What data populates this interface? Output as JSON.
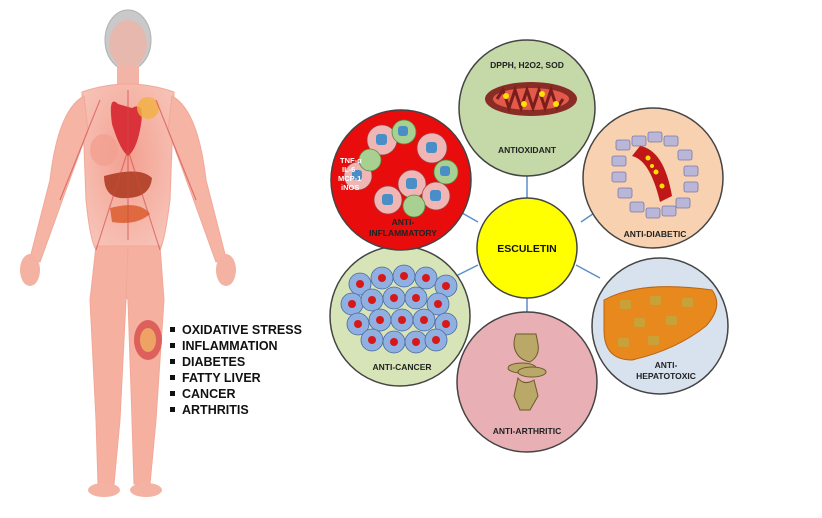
{
  "center": {
    "label": "ESCULETIN",
    "color": "#ffff00"
  },
  "activities": [
    {
      "key": "antioxidant",
      "label": "ANTIOXIDANT",
      "detail": "DPPH, H2O2, SOD",
      "color": "#c4d8a8"
    },
    {
      "key": "anti-diabetic",
      "label": "ANTI-DIABETIC",
      "color": "#f8d2b0"
    },
    {
      "key": "anti-hepatotoxic",
      "label_line1": "ANTI-",
      "label_line2": "HEPATOTOXIC",
      "color": "#d8e2ee"
    },
    {
      "key": "anti-arthritic",
      "label": "ANTI-ARTHRITIC",
      "color": "#e8b0b4"
    },
    {
      "key": "anti-cancer",
      "label": "ANTI-CANCER",
      "color": "#d6e4b8"
    },
    {
      "key": "anti-inflammatory",
      "label_line1": "ANTI-",
      "label_line2": "INFLAMMATORY",
      "color": "#e80c0c",
      "markers": [
        "TNF-α",
        "IL-6",
        "MCP-1",
        "iNOS"
      ]
    }
  ],
  "disease_list": [
    "OXIDATIVE STRESS",
    "INFLAMMATION",
    "DIABETES",
    "FATTY LIVER",
    "CANCER",
    "ARTHRITIS"
  ],
  "colors": {
    "connector": "#5b8fc9",
    "circle_outline": "#444444",
    "body_fill": "#f08a7a"
  }
}
